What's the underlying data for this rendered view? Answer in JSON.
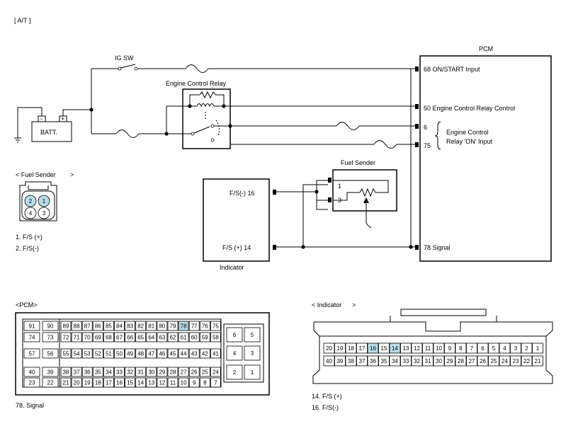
{
  "header": {
    "mode_label": "[ A/T ]"
  },
  "schematic": {
    "ig_sw": "IG SW",
    "batt": "BATT.",
    "batt_minus": "-",
    "batt_plus": "+",
    "relay": "Engine Control Relay",
    "pcm": "PCM",
    "pcm_pins": [
      "68  ON/START Input",
      "50 Engine Control Relay Control",
      "6",
      "75",
      "78 Signal"
    ],
    "relay_on_input": [
      "Engine Control",
      "Relay 'ON' Input"
    ],
    "fuel_sender": "Fuel Sender",
    "fs_pins": [
      "1",
      "3"
    ],
    "indicator": "Indicator",
    "indicator_pins": [
      "F/S(-) 16",
      "F/S (+) 14"
    ]
  },
  "fuel_sender_connector": {
    "title": "< Fuel Sender",
    "title_close": ">",
    "pins": [
      "2",
      "1",
      "4",
      "3"
    ],
    "highlighted": [
      "2",
      "1"
    ],
    "legend": [
      "1.  F/S (+)",
      "2.  F/S(-)"
    ]
  },
  "pcm_connector": {
    "title": "<PCM>",
    "highlighted": [
      "78"
    ],
    "legend": "78.   Signal",
    "rows": [
      {
        "left": [
          "91",
          "90"
        ],
        "main": [
          "89",
          "88",
          "87",
          "86",
          "85",
          "84",
          "83",
          "82",
          "81",
          "80",
          "79",
          "78",
          "77",
          "76",
          "75"
        ]
      },
      {
        "left": [
          "74",
          "73"
        ],
        "main": [
          "72",
          "71",
          "70",
          "69",
          "68",
          "67",
          "66",
          "65",
          "64",
          "63",
          "62",
          "61",
          "60",
          "59",
          "58"
        ]
      },
      {
        "left": [
          "57",
          "56"
        ],
        "main": [
          "55",
          "54",
          "53",
          "52",
          "51",
          "50",
          "49",
          "48",
          "47",
          "46",
          "45",
          "44",
          "43",
          "42",
          "41"
        ]
      },
      {
        "left": [
          "40",
          "39"
        ],
        "main": [
          "38",
          "37",
          "36",
          "35",
          "34",
          "33",
          "32",
          "31",
          "30",
          "29",
          "28",
          "27",
          "26",
          "25",
          "24"
        ]
      },
      {
        "left": [
          "23",
          "22"
        ],
        "main": [
          "21",
          "20",
          "19",
          "18",
          "17",
          "16",
          "15",
          "14",
          "13",
          "12",
          "11",
          "10",
          "9",
          "8",
          "7"
        ]
      }
    ],
    "right_pins": [
      [
        "6",
        "5"
      ],
      [
        "4",
        "3"
      ],
      [
        "2",
        "1"
      ]
    ]
  },
  "indicator_connector": {
    "title": "< Indicator",
    "title_close": ">",
    "row1": [
      "20",
      "19",
      "18",
      "17",
      "16",
      "15",
      "14",
      "13",
      "12",
      "11",
      "10",
      "9",
      "8",
      "7",
      "6",
      "5",
      "4",
      "3",
      "2",
      "1"
    ],
    "row2": [
      "40",
      "39",
      "38",
      "37",
      "36",
      "35",
      "34",
      "33",
      "32",
      "31",
      "30",
      "29",
      "28",
      "27",
      "26",
      "25",
      "24",
      "23",
      "22",
      "21"
    ],
    "highlighted": [
      "16",
      "14"
    ],
    "legend": [
      "14.   F/S (+)",
      "16.   F/S(-)"
    ]
  }
}
